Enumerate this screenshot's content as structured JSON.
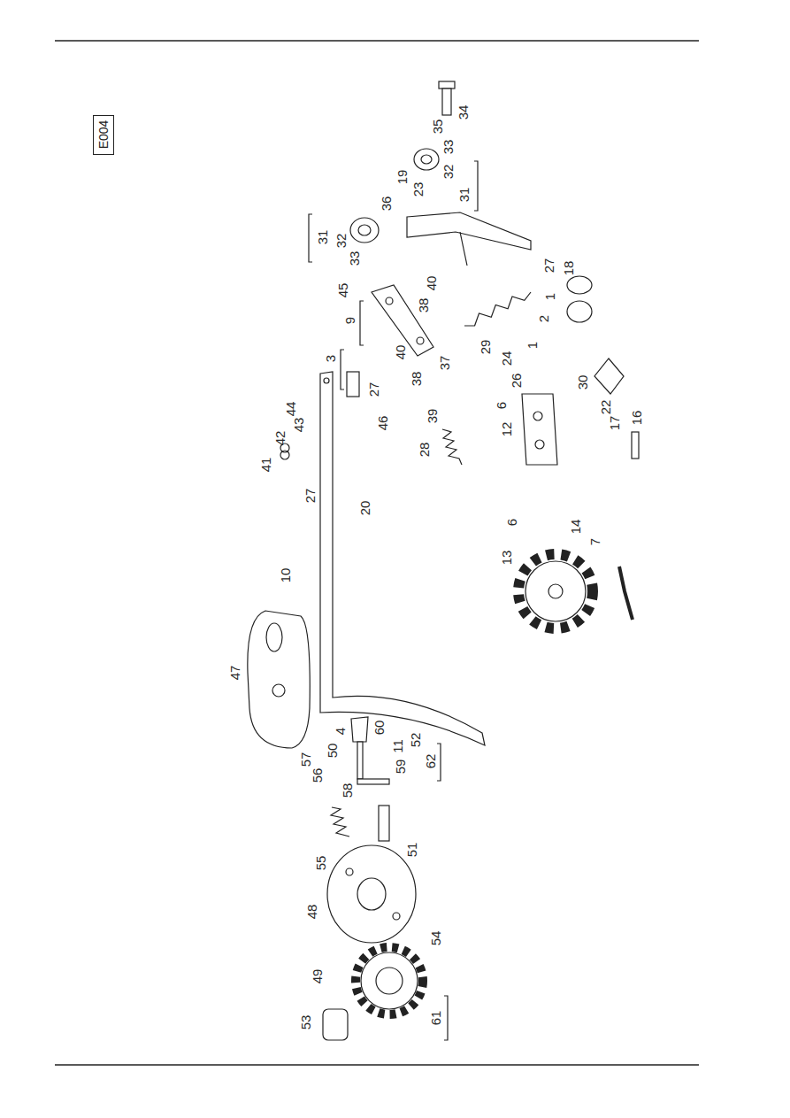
{
  "diagram": {
    "nodes": [
      {
        "text": [
          "E004"
        ]
      }
    ],
    "labels": [
      "34",
      "35",
      "33",
      "32",
      "31",
      "19",
      "23",
      "36",
      "31",
      "32",
      "33",
      "45",
      "9",
      "40",
      "38",
      "3",
      "40",
      "38",
      "37",
      "29",
      "27",
      "46",
      "39",
      "44",
      "43",
      "42",
      "41",
      "28",
      "27",
      "20",
      "10",
      "27",
      "18",
      "1",
      "2",
      "1",
      "24",
      "26",
      "6",
      "12",
      "30",
      "22",
      "17",
      "16",
      "6",
      "13",
      "14",
      "7",
      "47",
      "4",
      "50",
      "57",
      "56",
      "58",
      "11",
      "60",
      "52",
      "59",
      "62",
      "55",
      "51",
      "48",
      "54",
      "49",
      "53",
      "61"
    ]
  }
}
